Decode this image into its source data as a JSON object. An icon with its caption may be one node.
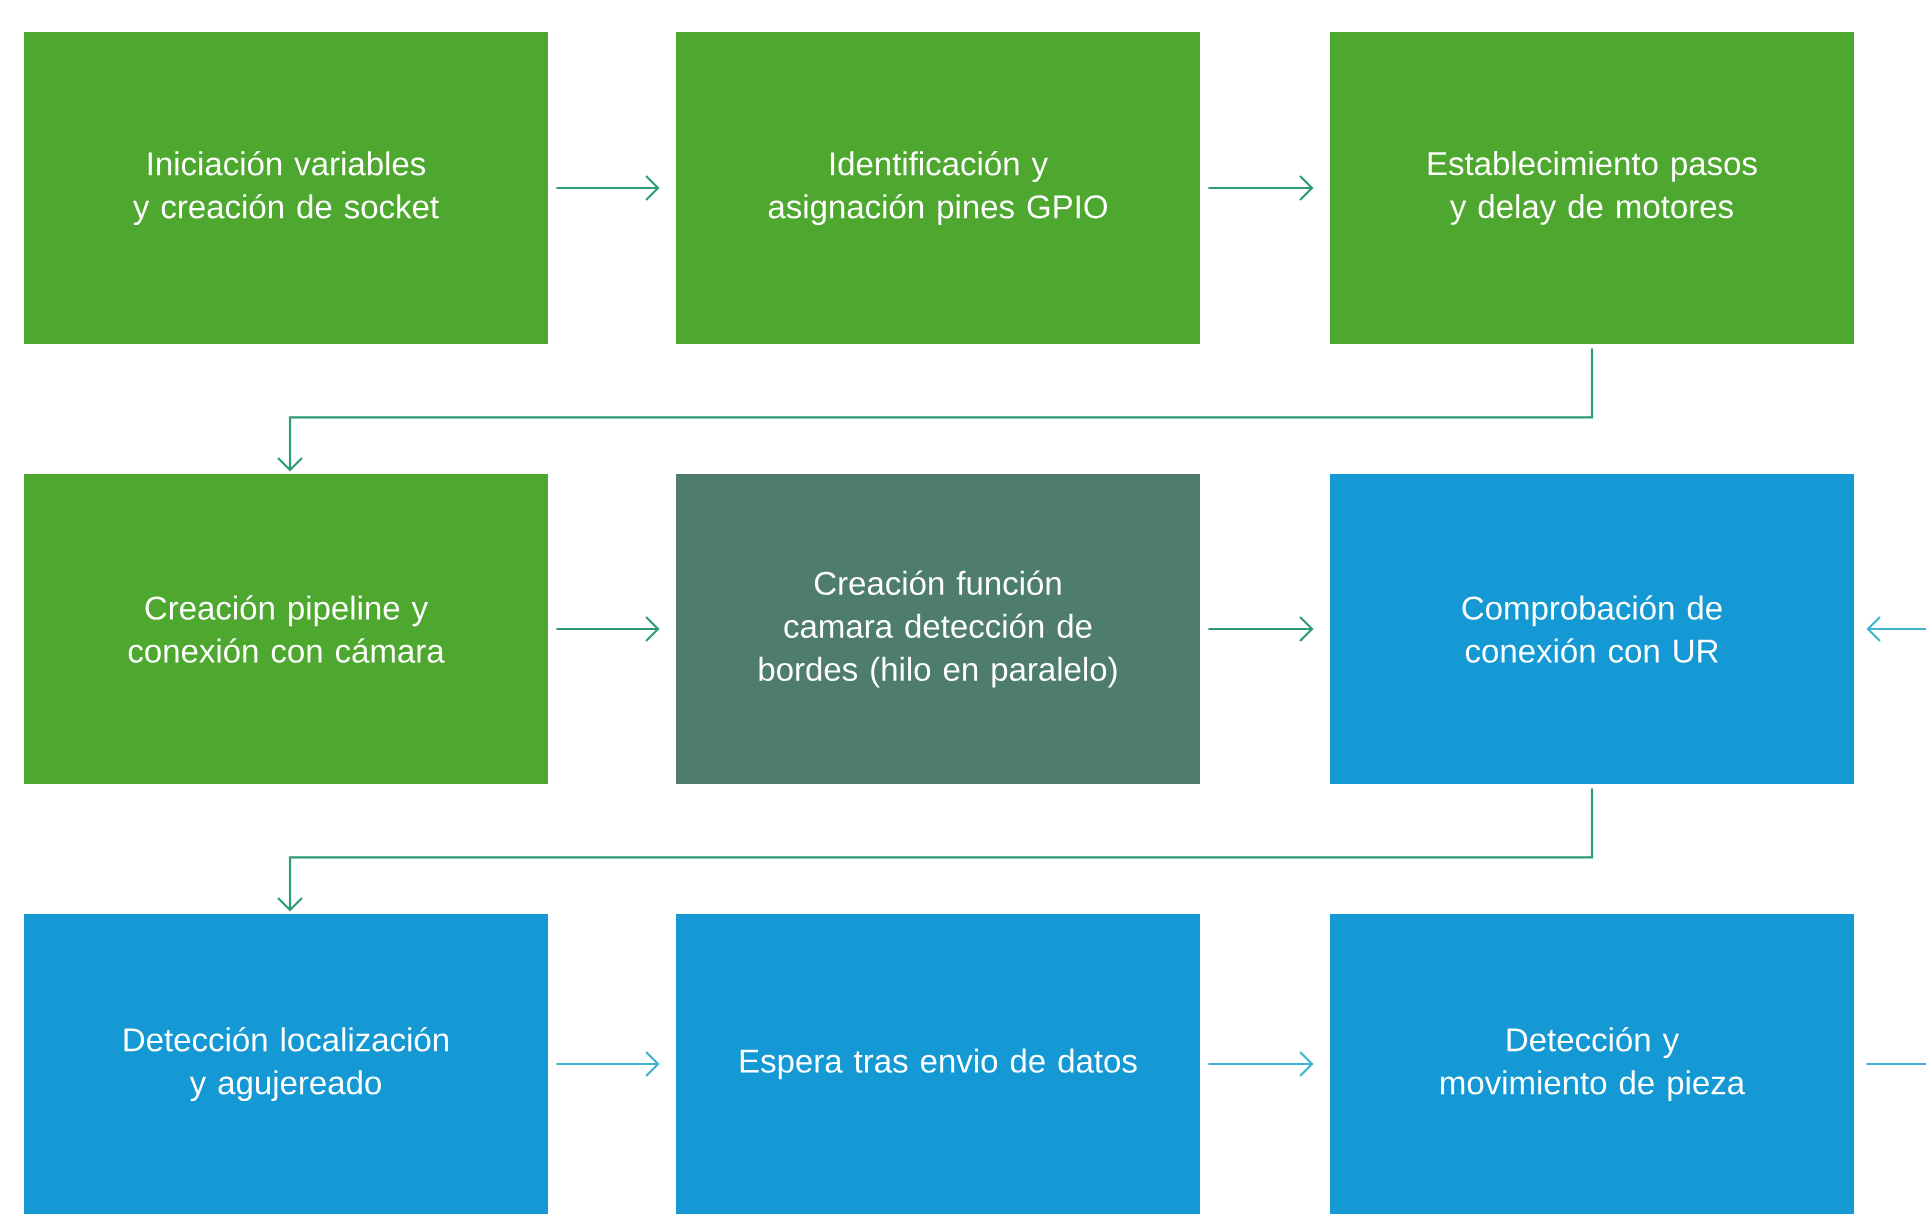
{
  "diagram": {
    "nodes": [
      {
        "text": [
          "Iniciación variables y creación de socket"
        ]
      },
      {
        "text": [
          "Identificación y asignación pines GPIO"
        ]
      },
      {
        "text": [
          "Establecimiento pasos y delay de motores"
        ]
      },
      {
        "text": [
          "Creación pipeline y conexión con cámara"
        ]
      },
      {
        "text": [
          "Creación función camara detección de bordes (hilo en paralelo)"
        ]
      },
      {
        "text": [
          "Comprobación de conexión con UR"
        ]
      },
      {
        "text": [
          "Detección localización y agujereado"
        ]
      },
      {
        "text": [
          "Espera tras envio de datos"
        ]
      },
      {
        "text": [
          "Detección y movimiento de pieza"
        ]
      }
    ],
    "edges": [
      {
        "from": 0,
        "to": 1,
        "arrow": "to"
      },
      {
        "from": 1,
        "to": 2,
        "arrow": "to"
      },
      {
        "from": 2,
        "to": 3,
        "arrow": "to"
      },
      {
        "from": 3,
        "to": 4,
        "arrow": "to"
      },
      {
        "from": 4,
        "to": 5,
        "arrow": "to"
      },
      {
        "from": 5,
        "to": 6,
        "arrow": "to"
      },
      {
        "from": 6,
        "to": 7,
        "arrow": "to",
        "color": "#3fb3cf"
      },
      {
        "from": 7,
        "to": 8,
        "arrow": "to",
        "color": "#3fb3cf"
      },
      {
        "from": null,
        "to": 5,
        "arrow": "to",
        "color": "#3fb3cf"
      },
      {
        "from": 8,
        "to": null,
        "arrow": "none",
        "color": "#3fb3cf"
      }
    ]
  }
}
